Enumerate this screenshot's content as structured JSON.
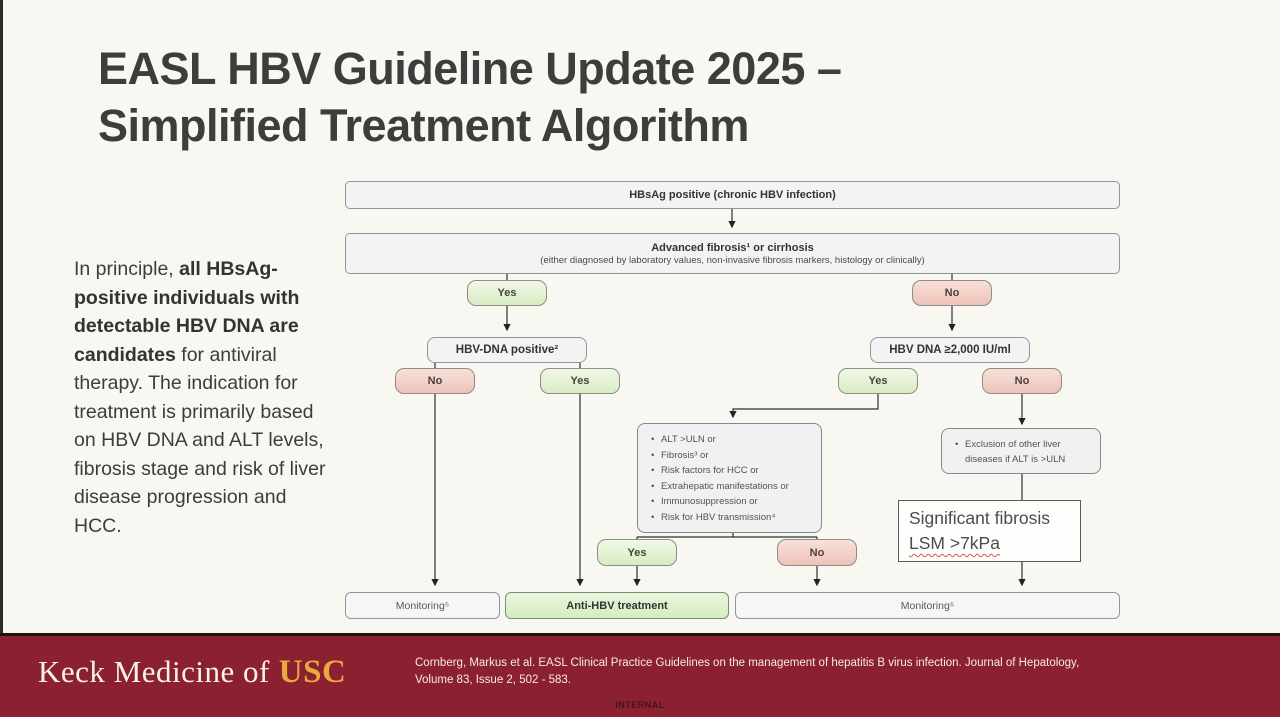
{
  "slide": {
    "title_line1": "EASL HBV Guideline Update 2025 –",
    "title_line2": "Simplified Treatment Algorithm",
    "intro": {
      "prefix": "In principle, ",
      "bold": "all HBsAg-positive individuals with detectable HBV DNA are candidates",
      "suffix": " for antiviral therapy. The indication for treatment is primarily based on HBV DNA and ALT levels, fibrosis stage and risk of liver disease progression and HCC."
    }
  },
  "flow": {
    "hbsag_positive": "HBsAg positive (chronic HBV infection)",
    "advanced_fibrosis_title": "Advanced fibrosis¹ or cirrhosis",
    "advanced_fibrosis_sub": "(either diagnosed by laboratory values, non-invasive fibrosis markers, histology or clinically)",
    "yes_left": "Yes",
    "no_right": "No",
    "hbv_dna_positive": "HBV-DNA positive²",
    "dna_pos_no": "No",
    "dna_pos_yes": "Yes",
    "hbv_dna_2000": "HBV DNA ≥2,000 IU/ml",
    "dna_2000_yes": "Yes",
    "dna_2000_no": "No",
    "criteria": {
      "items": [
        "ALT >ULN or",
        "Fibrosis³ or",
        "Risk factors for HCC or",
        "Extrahepatic manifestations or",
        "Immunosuppression or",
        "Risk for HBV transmission⁴"
      ]
    },
    "exclusion": {
      "items": [
        "Exclusion of other liver diseases if ALT is >ULN"
      ]
    },
    "significant_fibrosis_line1": "Significant fibrosis",
    "significant_fibrosis_line2": "LSM >7kPa",
    "criteria_yes": "Yes",
    "criteria_no": "No",
    "monitoring_left": "Monitoring⁵",
    "anti_hbv_treatment": "Anti-HBV treatment",
    "monitoring_right": "Monitoring⁵"
  },
  "footer": {
    "brand_prefix": "Keck Medicine of",
    "brand_suffix": "USC",
    "citation_line1": "Cornberg, Markus et al. EASL Clinical Practice Guidelines on the management of hepatitis B virus infection. Journal of Hepatology,",
    "citation_line2": "Volume 83, Issue 2, 502 - 583.",
    "internal_label": "INTERNAL"
  },
  "colors": {
    "cardinal": "#8b2130",
    "gold": "#e9a93c",
    "green_node": "#d7ecc2",
    "red_node": "#edc3b8",
    "slide_background": "#f9f7f2"
  }
}
